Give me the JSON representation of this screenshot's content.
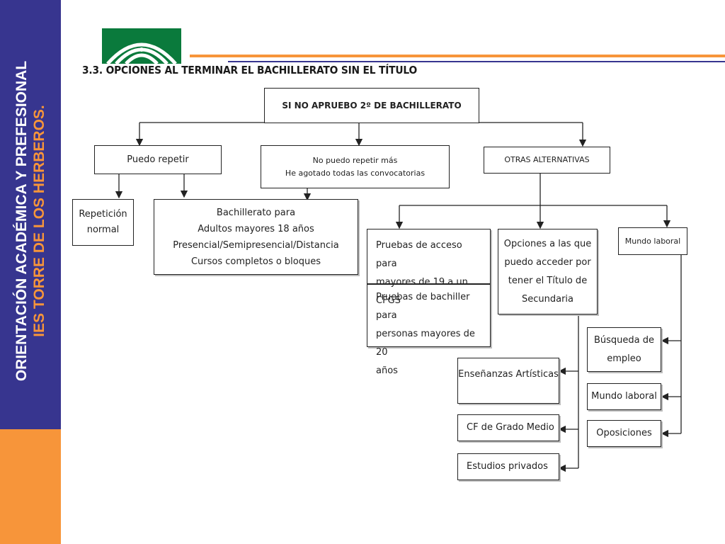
{
  "sidebar": {
    "line1": "ORIENTACIÓN  ACADÉMICA Y PREFESIONAL",
    "line2": "IES TORRE DE LOS HERBEROS."
  },
  "colors": {
    "sidebar": "#37358f",
    "accent": "#f7953a",
    "logo": "#0a7a3c"
  },
  "logo": {
    "icon": "junta-andalucia-logo"
  },
  "title": "3.3. OPCIONES AL TERMINAR EL BACHILLERATO SIN EL TÍTULO",
  "nodes": {
    "root": "SI NO APRUEBO 2º DE BACHILLERATO",
    "puedo_repetir": "Puedo repetir",
    "no_puedo_line1": "No puedo repetir más",
    "no_puedo_line2": "He agotado todas las convocatorias",
    "otras": "OTRAS ALTERNATIVAS",
    "repeticion_line1": "Repetición",
    "repeticion_line2": "normal",
    "adultos_lines": [
      "Bachillerato para",
      "Adultos mayores 18 años",
      "Presencial/Semipresencial/Distancia",
      "Cursos completos o bloques"
    ],
    "pruebas_acceso_lines": [
      "Pruebas de acceso para",
      "mayores de 19 a un CFGS"
    ],
    "pruebas_bachiller_lines": [
      "Pruebas de bachiller para",
      "personas mayores de 20",
      "años"
    ],
    "opciones_lines": [
      "Opciones a las que",
      "puedo acceder por",
      "tener el Título de",
      "Secundaria"
    ],
    "mundo_laboral_top": "Mundo laboral",
    "busqueda_lines": [
      "Búsqueda de",
      "empleo"
    ],
    "mundo_laboral": "Mundo laboral",
    "oposiciones": "Oposiciones",
    "ensenanzas": "Enseñanzas Artísticas",
    "cf_grado_medio": "CF de Grado Medio",
    "estudios_privados": "Estudios privados"
  }
}
